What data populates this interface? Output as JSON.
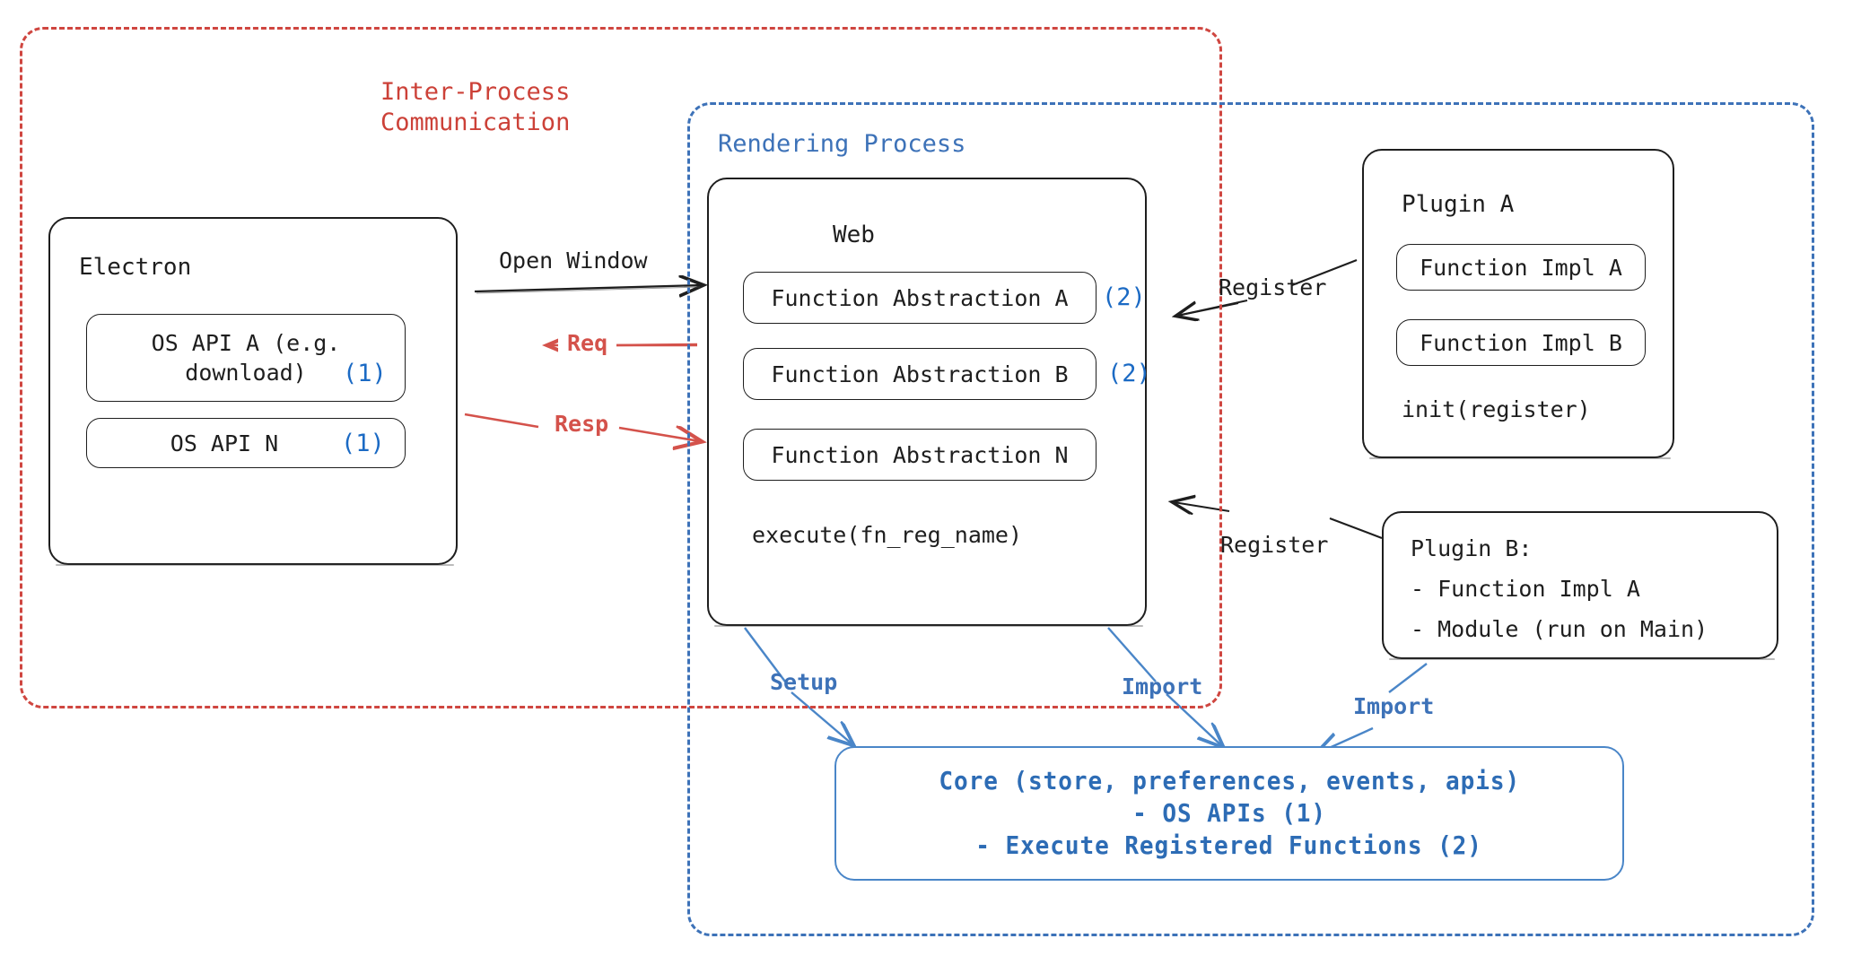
{
  "diagram": {
    "title_hidden": "",
    "colors": {
      "ipc_red": "#cc4138",
      "render_blue": "#3d72b8",
      "marker_blue": "#1b6ac4",
      "core_blue": "#2d6cb5",
      "ink": "#1e1e1e",
      "arrow_red": "#d4524b"
    }
  },
  "regions": {
    "ipc": {
      "label": "Inter-Process\nCommunication"
    },
    "rendering": {
      "label": "Rendering Process"
    }
  },
  "electron": {
    "title": "Electron",
    "apis": [
      {
        "label": "OS API A (e.g.\ndownload)",
        "marker": "(1)"
      },
      {
        "label": "OS API N",
        "marker": "(1)"
      }
    ]
  },
  "web": {
    "title": "Web",
    "abstractions": [
      {
        "label": "Function Abstraction A",
        "marker": "(2)"
      },
      {
        "label": "Function Abstraction B",
        "marker": "(2)"
      },
      {
        "label": "Function Abstraction N",
        "marker": ""
      }
    ],
    "footer": "execute(fn_reg_name)"
  },
  "plugin_a": {
    "title": "Plugin A",
    "functions": [
      {
        "label": "Function Impl A"
      },
      {
        "label": "Function Impl B"
      }
    ],
    "footer": "init(register)"
  },
  "plugin_b": {
    "title": "Plugin B:",
    "lines": [
      "- Function Impl A",
      "- Module (run on Main)"
    ]
  },
  "core": {
    "lines": [
      "Core (store, preferences, events, apis)",
      "- OS APIs (1)",
      "- Execute Registered Functions (2)"
    ]
  },
  "edges": {
    "open_window": "Open Window",
    "req": "Req",
    "resp": "Resp",
    "register_a": "Register",
    "register_b": "Register",
    "setup": "Setup",
    "import_web": "Import",
    "import_plugin": "Import"
  }
}
